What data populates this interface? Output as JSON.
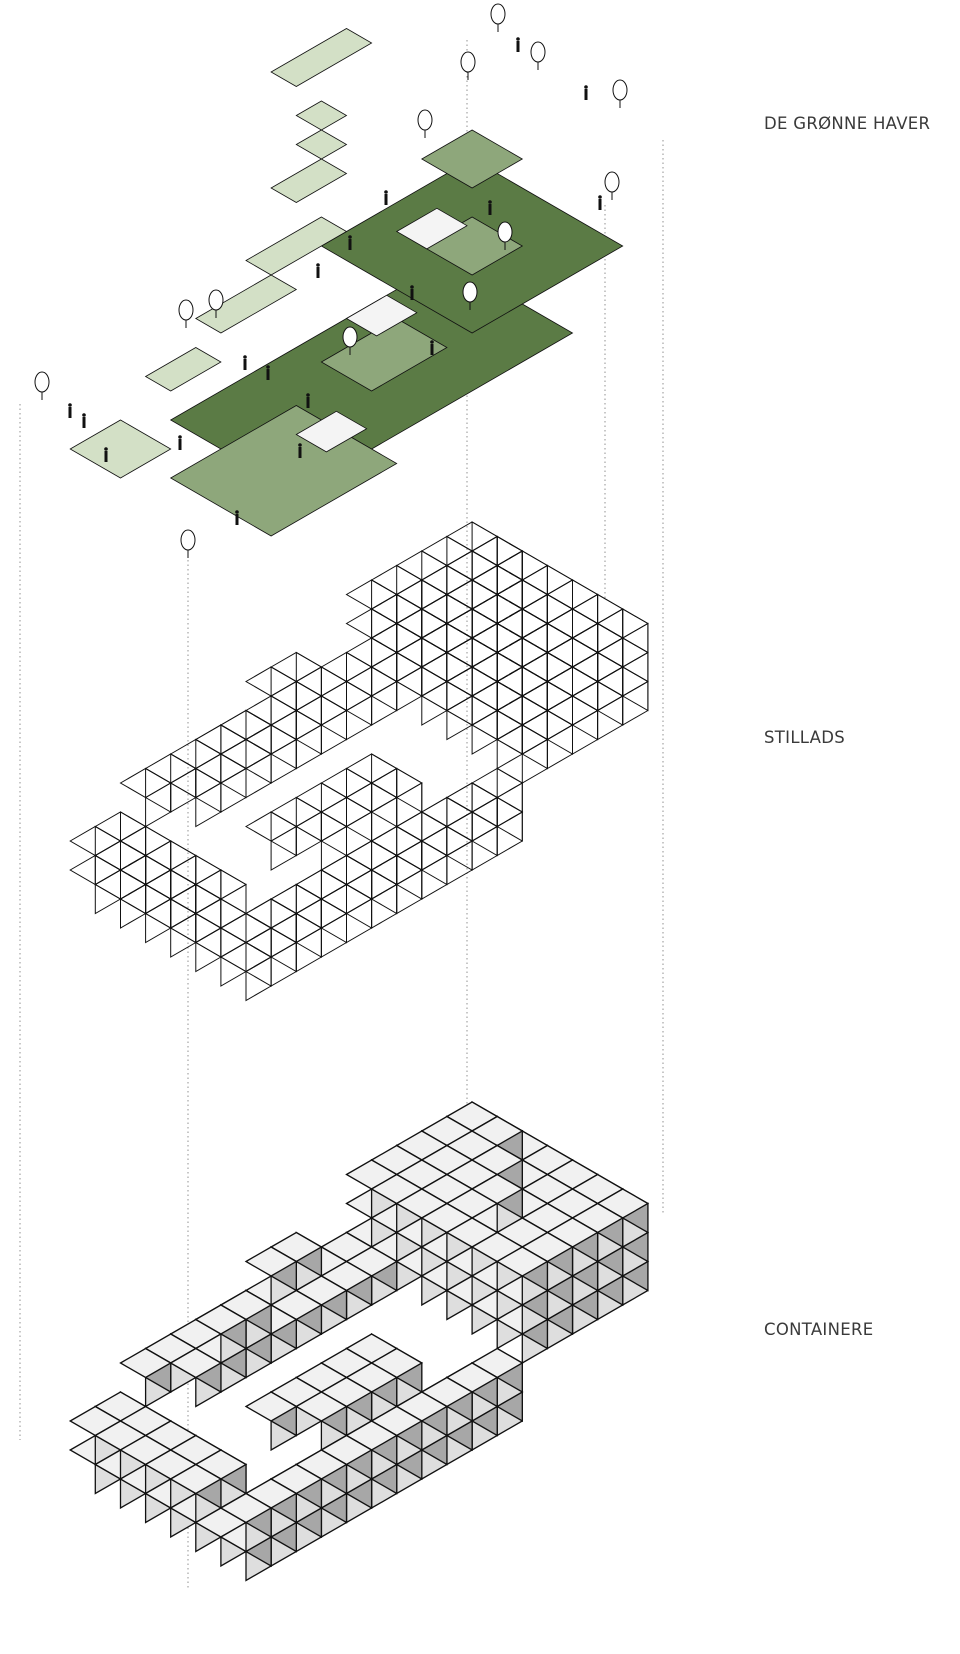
{
  "layers": {
    "garden_label": "DE GRØNNE HAVER",
    "scaffold_label": "STILLADS",
    "containers_label": "CONTAINERE"
  },
  "colors": {
    "garden_dark": "#5b7b45",
    "garden_mid": "#8ea77b",
    "garden_light": "#d3e0c6",
    "container_top": "#f1f1f1",
    "container_left": "#dedede",
    "container_right": "#a7a7a7",
    "line": "#111111",
    "guide": "#777777"
  },
  "icons": [
    "tree-icon",
    "person-icon"
  ]
}
